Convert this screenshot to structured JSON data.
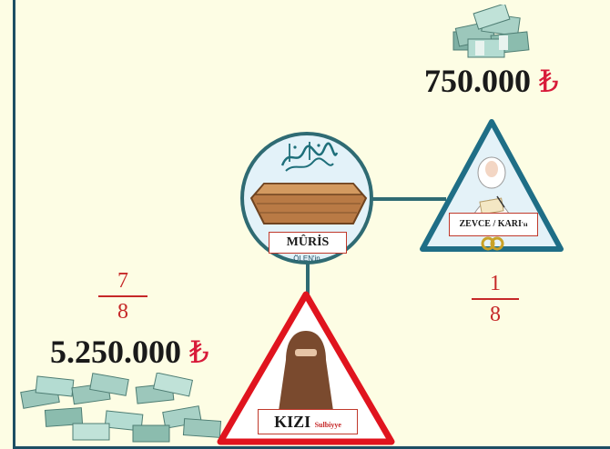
{
  "deceased": {
    "arabic_caption": "إِنَّا لِلَّٰهِ وَإِنَّا إِلَيْهِ رَاجِعُونَ",
    "title": "MÛRİS",
    "subtitle": "ÖLEN'in"
  },
  "wife": {
    "label_main": "ZEVCE",
    "label_sep": " / ",
    "label_alt": "KARI",
    "label_suffix": "'sı",
    "share_numerator": "1",
    "share_denominator": "8",
    "amount": "750.000",
    "currency_symbol": "₺"
  },
  "daughter": {
    "label_main": "KIZI",
    "label_sub": "Sulbiyye",
    "share_numerator": "7",
    "share_denominator": "8",
    "amount": "5.250.000",
    "currency_symbol": "₺"
  },
  "colors": {
    "frame": "#1d4e63",
    "connector": "#2f6b73",
    "wife_triangle": "#1f6e86",
    "daughter_triangle": "#e0141e",
    "fraction": "#c62828",
    "lira": "#d81b3a",
    "background": "#fdfde4"
  },
  "icons": [
    "money-stack-icon",
    "coffin-icon",
    "calligraphy-icon",
    "woman-writing-icon",
    "wedding-rings-icon",
    "niqab-woman-icon"
  ]
}
